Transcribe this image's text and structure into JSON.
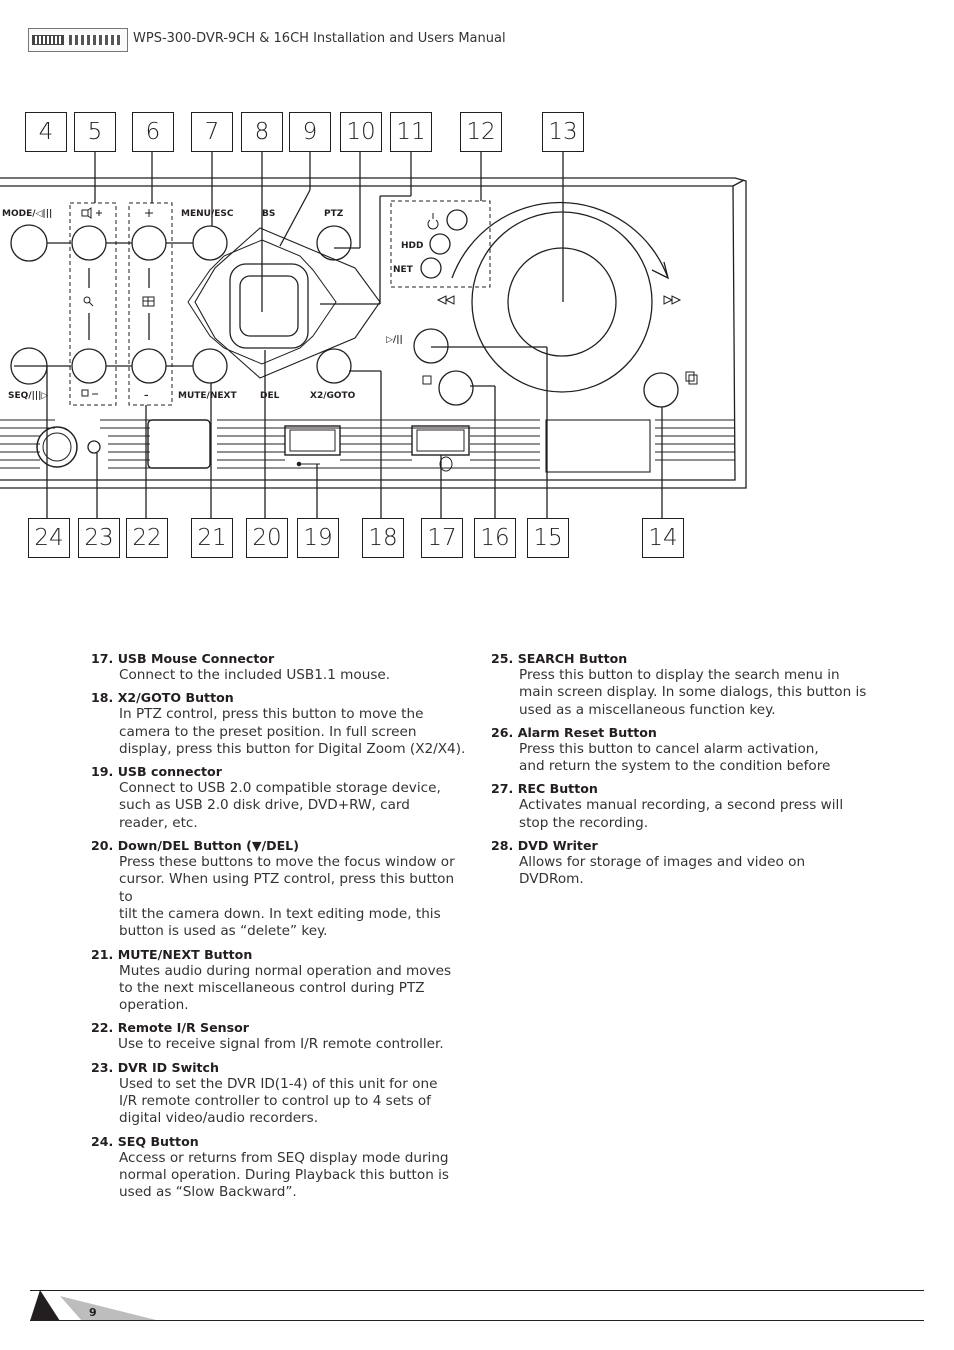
{
  "header": {
    "title": "WPS-300-DVR-9CH & 16CH Installation and Users Manual"
  },
  "callouts_top": [
    "4",
    "5",
    "6",
    "7",
    "8",
    "9",
    "10",
    "11",
    "12",
    "13"
  ],
  "callouts_bottom": [
    "24",
    "23",
    "22",
    "21",
    "20",
    "19",
    "18",
    "17",
    "16",
    "15",
    "14"
  ],
  "panel_labels": {
    "mode": "MODE/◁|||",
    "menu": "MENU/ESC",
    "bs": "BS",
    "ptz": "PTZ",
    "hdd": "HDD",
    "net": "NET",
    "seq": "SEQ/|||▷",
    "mute": "MUTE/NEXT",
    "del": "DEL",
    "x2goto": "X2/GOTO",
    "play_pause": "▷/||",
    "minus": "–"
  },
  "items_left": [
    {
      "title": "17. USB Mouse Connector",
      "body": [
        "Connect to the included USB1.1 mouse."
      ]
    },
    {
      "title": "18. X2/GOTO Button",
      "body": [
        "In PTZ control, press this button to move the",
        "camera to the preset position. In full screen",
        "display, press this button for Digital Zoom (X2/X4)."
      ]
    },
    {
      "title": "19. USB connector",
      "body": [
        "Connect to USB 2.0 compatible storage device,",
        "such as USB 2.0 disk drive, DVD+RW, card",
        "reader, etc."
      ]
    },
    {
      "title": "20. Down/DEL Button (▼/DEL)",
      "body": [
        "Press these buttons to move the focus window or",
        "cursor. When using PTZ control, press this button to",
        "tilt the camera down. In text editing mode, this",
        "button is used as “delete” key."
      ]
    },
    {
      "title": "21. MUTE/NEXT Button",
      "body": [
        "Mutes audio during normal operation and moves",
        "to the next miscellaneous control during PTZ",
        "operation."
      ]
    },
    {
      "title": "22. Remote I/R Sensor",
      "body": [
        "Use to receive signal from I/R remote controller."
      ]
    },
    {
      "title": "23. DVR ID Switch",
      "body": [
        "Used to set the DVR ID(1-4) of this unit for one",
        "I/R remote controller to control up to 4 sets of",
        "digital video/audio recorders."
      ]
    },
    {
      "title": "24. SEQ Button",
      "body": [
        "Access or returns from SEQ display mode during",
        "normal operation. During Playback this button is",
        "used as “Slow Backward”."
      ]
    }
  ],
  "items_right": [
    {
      "title": "25. SEARCH Button",
      "body": [
        "Press this button to display the search menu in",
        "main screen display. In some dialogs, this button is",
        "used as a miscellaneous function key."
      ]
    },
    {
      "title": "26. Alarm Reset Button",
      "body": [
        "Press this button to cancel alarm activation,",
        "and return the system to the condition before"
      ]
    },
    {
      "title": "27. REC Button",
      "body": [
        "Activates manual recording, a second press will",
        "stop the recording."
      ]
    },
    {
      "title": "28. DVD Writer",
      "body": [
        "Allows for storage of images and video on",
        "DVDRom."
      ]
    }
  ],
  "footer": {
    "page_number": "9"
  }
}
